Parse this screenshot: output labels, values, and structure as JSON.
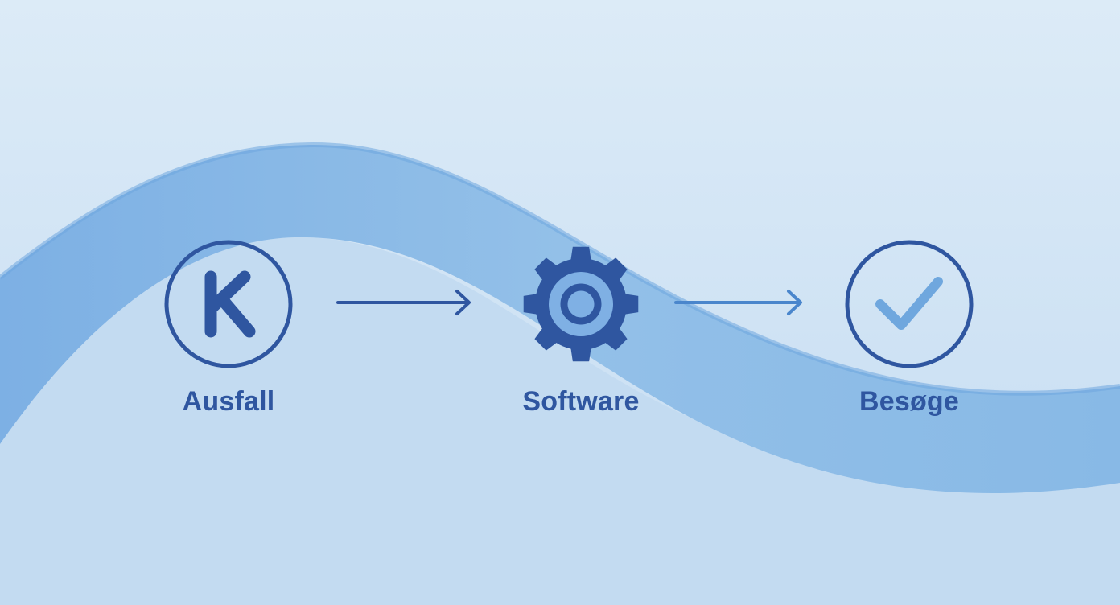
{
  "diagram": {
    "steps": [
      {
        "label": "Ausfall",
        "icon": "k-circle-icon",
        "color": "#2f56a0"
      },
      {
        "label": "Software",
        "icon": "gear-icon",
        "color": "#2f56a0"
      },
      {
        "label": "Besøge",
        "icon": "checkmark-circle-icon",
        "color": "#2f56a0"
      }
    ],
    "connectors": [
      {
        "from": "Ausfall",
        "to": "Software",
        "icon": "arrow-right-icon"
      },
      {
        "from": "Software",
        "to": "Besøge",
        "icon": "arrow-right-icon"
      }
    ]
  },
  "colors": {
    "background_top": "#dcebf7",
    "background_bottom": "#c4dcf2",
    "wave": "#8ebde8",
    "icon_primary": "#2f56a0",
    "checkmark": "#6fa7de",
    "arrow_second": "#4a86cc"
  }
}
